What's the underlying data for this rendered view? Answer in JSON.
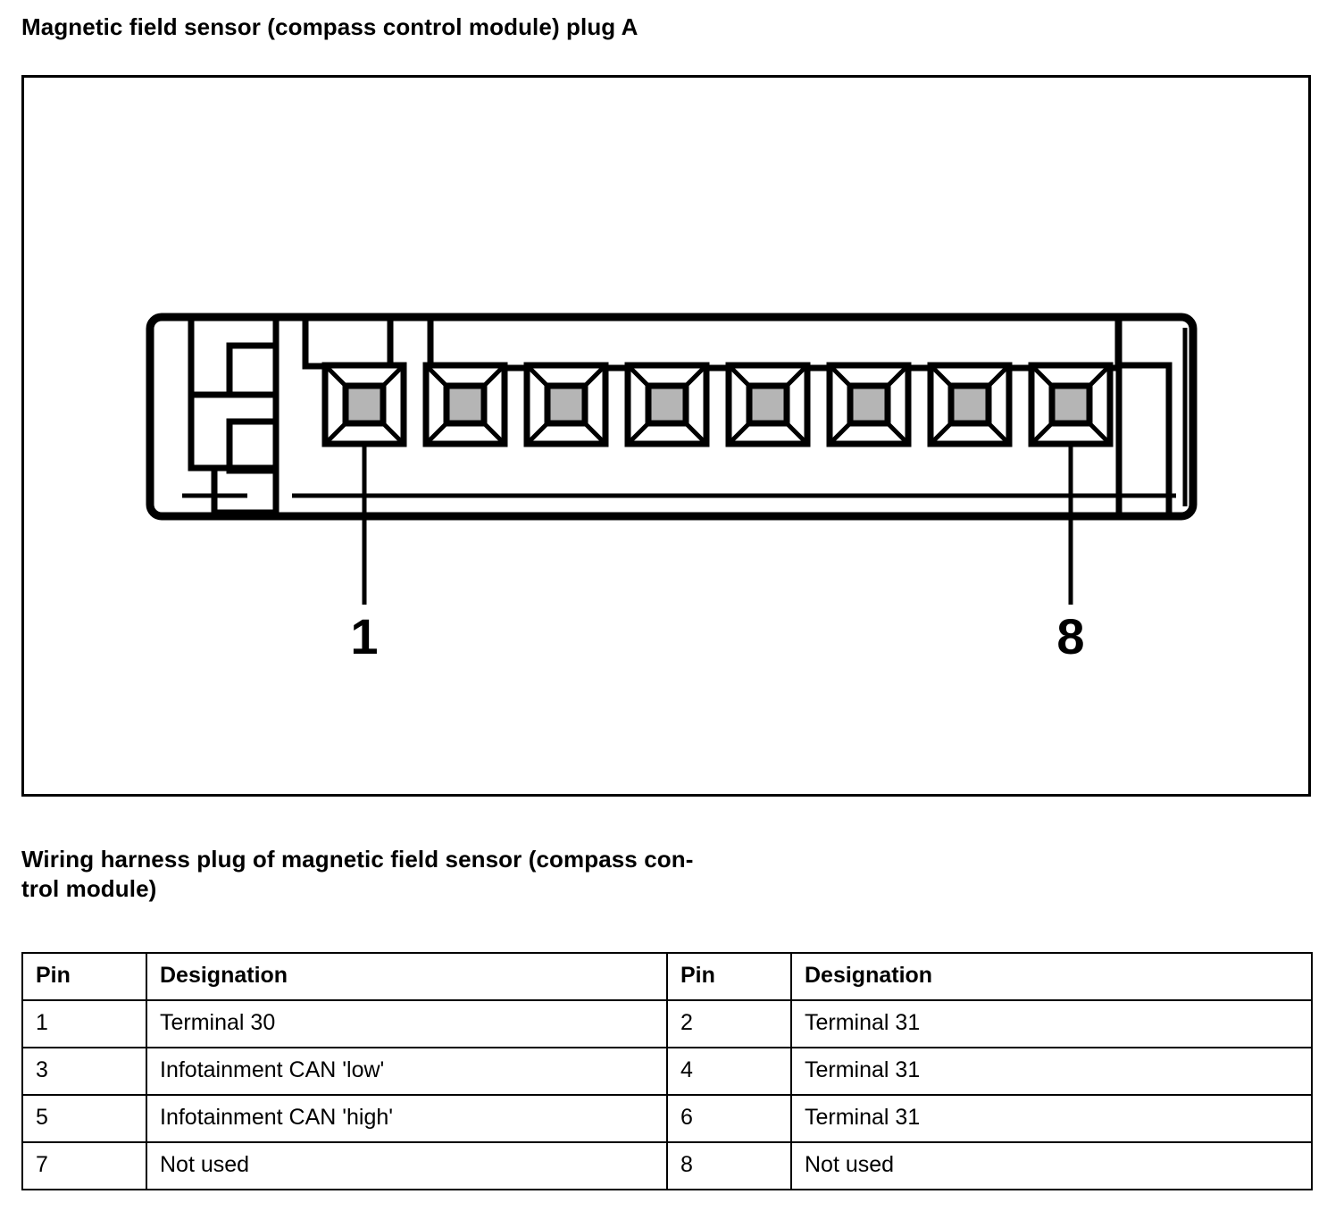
{
  "document": {
    "title": "Magnetic field sensor (compass control module) plug A",
    "subtitle_lines": [
      "Wiring harness plug of magnetic field sensor (compass con-",
      "trol module)"
    ]
  },
  "figure": {
    "name": "connector-pinout-diagram",
    "description": "8-way automotive connector front view with numbered terminal cavities",
    "pin_count": 8,
    "callouts": [
      {
        "label": "1",
        "pin_index": 1
      },
      {
        "label": "8",
        "pin_index": 8
      }
    ],
    "colors": {
      "outline": "#000000",
      "cavity_fill": "#b5b5b5",
      "background": "#ffffff"
    }
  },
  "table": {
    "name": "pin-designation-table",
    "headers": [
      "Pin",
      "Designation",
      "Pin",
      "Designation"
    ],
    "rows": [
      {
        "pin_left": "1",
        "designation_left": "Terminal 30",
        "pin_right": "2",
        "designation_right": "Terminal 31"
      },
      {
        "pin_left": "3",
        "designation_left": "Infotainment CAN 'low'",
        "pin_right": "4",
        "designation_right": "Terminal 31"
      },
      {
        "pin_left": "5",
        "designation_left": "Infotainment CAN 'high'",
        "pin_right": "6",
        "designation_right": "Terminal 31"
      },
      {
        "pin_left": "7",
        "designation_left": "Not used",
        "pin_right": "8",
        "designation_right": "Not used"
      }
    ]
  }
}
